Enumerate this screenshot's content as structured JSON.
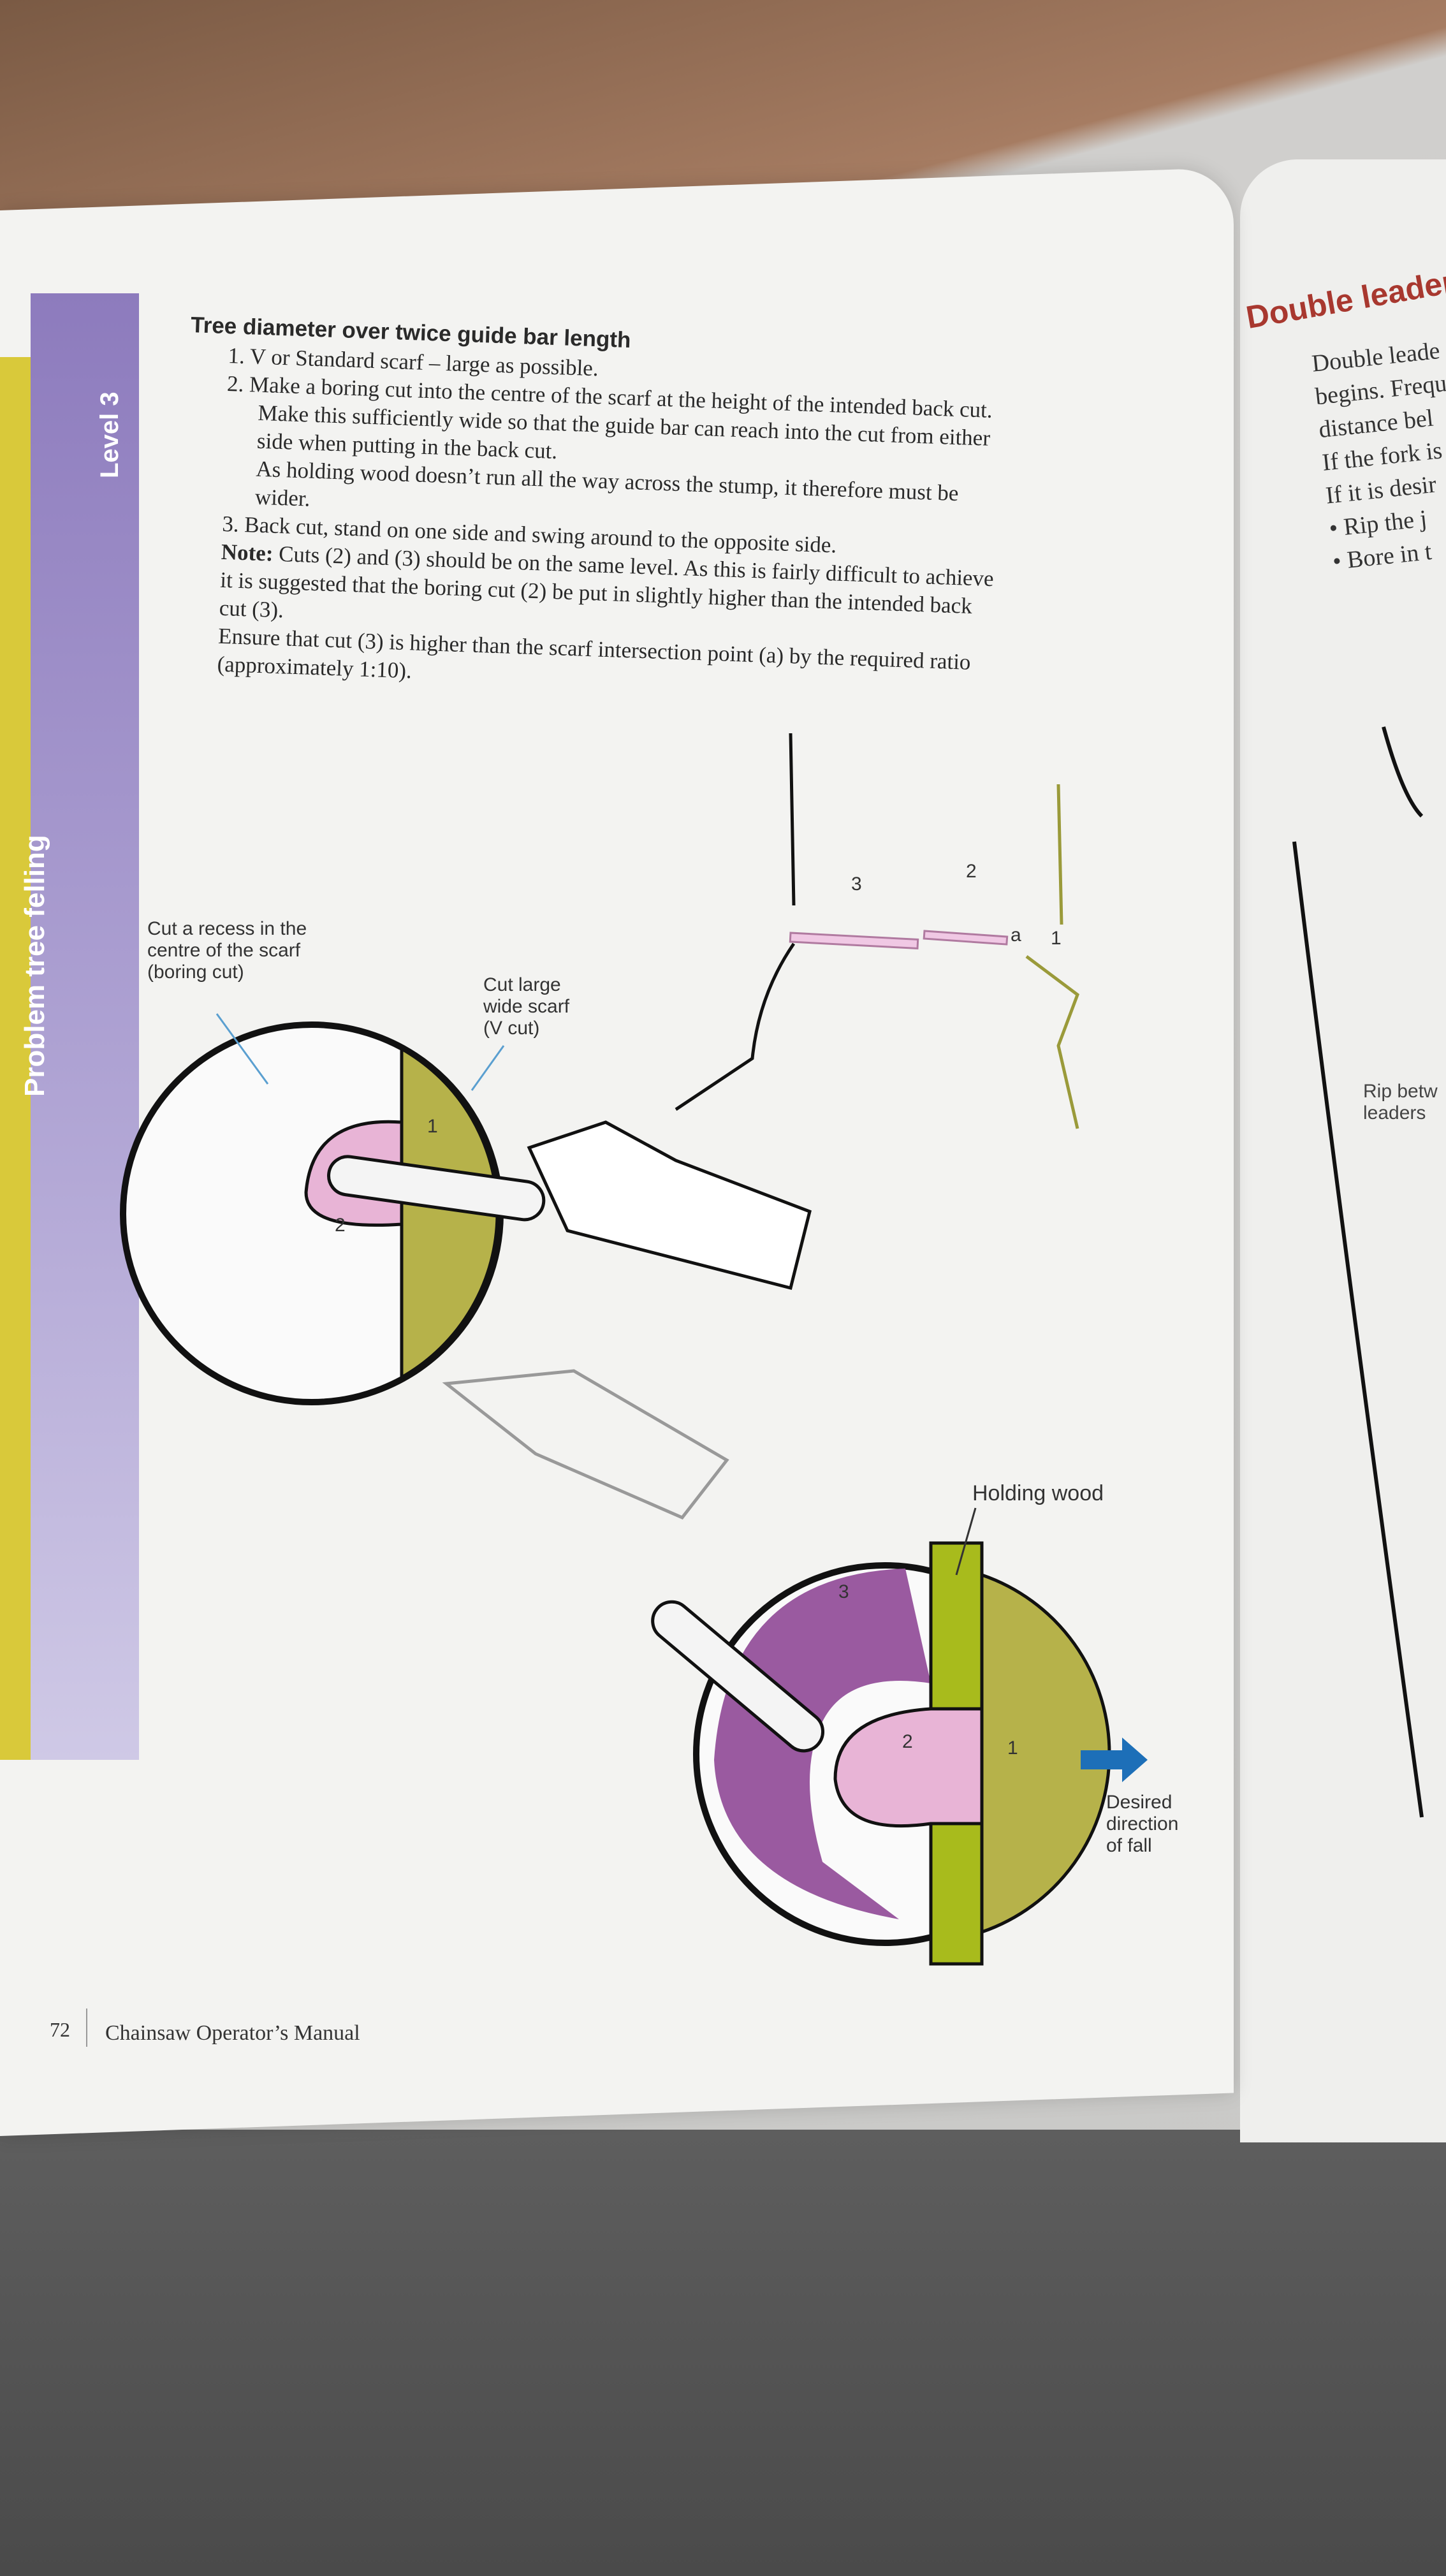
{
  "left_page": {
    "side_tab": {
      "level": "Level 3",
      "section": "Problem tree felling"
    },
    "heading": "Tree diameter over twice guide bar length",
    "lines": [
      "1. V or Standard scarf – large as possible.",
      "2. Make a boring cut into the centre of the scarf at the height of the intended back cut.",
      "Make this sufficiently wide so that the guide bar can reach into the cut from either",
      "side when putting in the back cut.",
      "As holding wood doesn’t run all the way across the stump, it therefore must be",
      "wider.",
      "3. Back cut, stand on one side and swing around to the opposite side.",
      "Cuts (2) and (3) should be on the same level. As this is fairly difficult to achieve",
      "it is suggested that the boring cut (2) be put in slightly higher than the intended back",
      "cut (3).",
      "Ensure that cut (3) is higher than the scarf intersection point (a) by the required ratio",
      "(approximately 1:10)."
    ],
    "note_label": "Note:",
    "diagram_labels": {
      "boring_cut": [
        "Cut a recess in the",
        "centre of the scarf",
        "(boring cut)"
      ],
      "v_cut": [
        "Cut large",
        "wide scarf",
        "(V cut)"
      ],
      "holding_wood": "Holding wood",
      "direction": [
        "Desired",
        "direction",
        "of fall"
      ],
      "n1": "1",
      "n2": "2",
      "n3": "3",
      "a": "a"
    },
    "footer": {
      "page_number": "72",
      "title": "Chainsaw Operator’s Manual"
    }
  },
  "right_page": {
    "title": "Double leader",
    "lines": [
      "Double leade",
      "begins. Frequ",
      "distance bel",
      "If the fork is",
      "If it is desir",
      "•  Rip the j",
      "•  Bore in t"
    ],
    "rip_label": [
      "Rip betw",
      "leaders"
    ]
  },
  "colors": {
    "purple_tab": "#8d7bbd",
    "yellow_tab": "#d9c93a",
    "scarf": "#b6b24a",
    "boring": "#e8b4d6",
    "backcut": "#9a5aa0",
    "arrow": "#1d6fb8",
    "title_red": "#a8382f"
  }
}
